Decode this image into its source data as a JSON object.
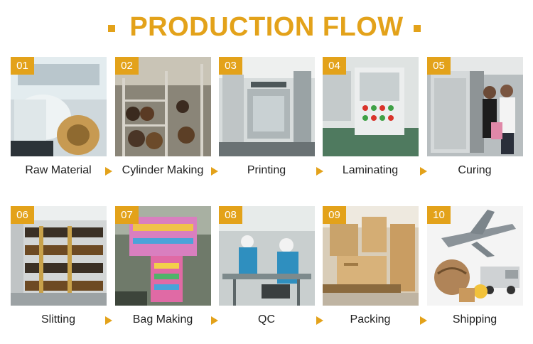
{
  "title": "PRODUCTION FLOW",
  "accent_color": "#e3a21a",
  "steps": [
    {
      "number": "01",
      "label": "Raw Material",
      "icon": "raw-material-photo"
    },
    {
      "number": "02",
      "label": "Cylinder Making",
      "icon": "cylinder-making-photo"
    },
    {
      "number": "03",
      "label": "Printing",
      "icon": "printing-photo"
    },
    {
      "number": "04",
      "label": "Laminating",
      "icon": "laminating-photo"
    },
    {
      "number": "05",
      "label": "Curing",
      "icon": "curing-photo"
    },
    {
      "number": "06",
      "label": "Slitting",
      "icon": "slitting-photo"
    },
    {
      "number": "07",
      "label": "Bag Making",
      "icon": "bag-making-photo"
    },
    {
      "number": "08",
      "label": "QC",
      "icon": "qc-photo"
    },
    {
      "number": "09",
      "label": "Packing",
      "icon": "packing-photo"
    },
    {
      "number": "10",
      "label": "Shipping",
      "icon": "shipping-photo"
    }
  ]
}
